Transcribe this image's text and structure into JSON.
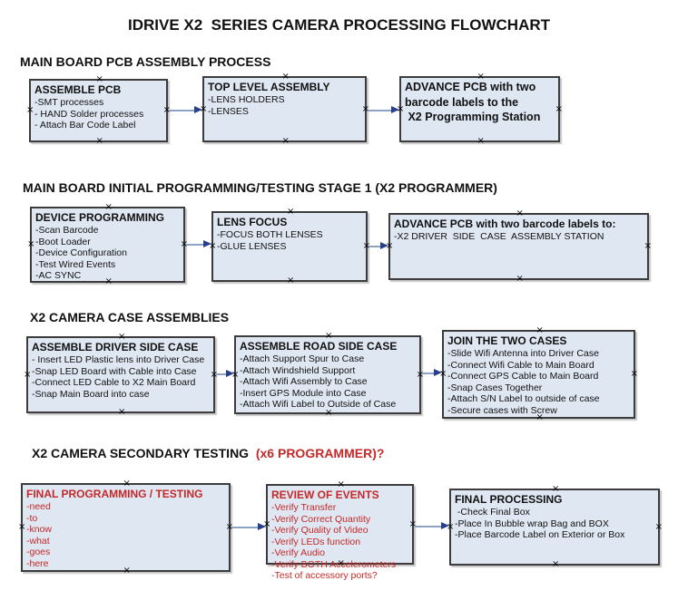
{
  "title": "IDRIVE X2  SERIES CAMERA PROCESSING FLOWCHART",
  "icons": {
    "connection_point": "×",
    "arrowhead": "▶"
  },
  "colors": {
    "box_fill": "#dfe7f2",
    "box_border": "#3c3c3c",
    "arrow_line": "#8ca3c4",
    "arrow_head": "#28408c",
    "accent_red": "#c42828",
    "text_black": "#111111"
  },
  "sections": [
    {
      "heading": "MAIN BOARD PCB ASSEMBLY PROCESS",
      "boxes": [
        {
          "title": "ASSEMBLE PCB",
          "lines": [
            "-SMT processes",
            "- HAND Solder processes",
            "- Attach Bar Code Label"
          ]
        },
        {
          "title": "TOP LEVEL ASSEMBLY",
          "lines": [
            "-LENS HOLDERS",
            "-LENSES"
          ]
        },
        {
          "title": "ADVANCE PCB with two",
          "lines": [
            "barcode labels to the",
            " X2 Programming Station"
          ]
        }
      ]
    },
    {
      "heading": "MAIN BOARD INITIAL PROGRAMMING/TESTING STAGE 1 (X2 PROGRAMMER)",
      "boxes": [
        {
          "title": "DEVICE PROGRAMMING",
          "lines": [
            "-Scan Barcode",
            "-Boot Loader",
            "-Device Configuration",
            "-Test Wired Events",
            "-AC SYNC"
          ]
        },
        {
          "title": "LENS FOCUS",
          "lines": [
            "-FOCUS BOTH LENSES",
            "-GLUE LENSES"
          ]
        },
        {
          "title": "ADVANCE PCB with two barcode labels to:",
          "lines": [
            "-X2 DRIVER  SIDE  CASE  ASSEMBLY STATION"
          ]
        }
      ]
    },
    {
      "heading": "X2 CAMERA CASE ASSEMBLIES",
      "boxes": [
        {
          "title": "ASSEMBLE DRIVER SIDE CASE",
          "lines": [
            "- Insert LED Plastic lens into Driver Case",
            "-Snap LED Board with Cable into Case",
            "-Connect LED Cable to X2 Main Board",
            "-Snap Main Board into case"
          ]
        },
        {
          "title": "ASSEMBLE ROAD SIDE CASE",
          "lines": [
            "-Attach Support Spur to Case",
            "-Attach Windshield Support",
            "-Attach Wifi Assembly to Case",
            "-Insert GPS Module into Case",
            "-Attach Wifi Label to Outside of Case"
          ]
        },
        {
          "title": "JOIN THE TWO CASES",
          "lines": [
            "-Slide Wifi Antenna into Driver Case",
            "-Connect Wifi Cable to Main Board",
            "-Connect GPS Cable to Main Board",
            "-Snap Cases Together",
            "-Attach S/N Label to outside of case",
            "-Secure cases with Screw"
          ]
        }
      ]
    },
    {
      "heading": "X2 CAMERA SECONDARY TESTING",
      "heading_red": "  (x6 PROGRAMMER)?",
      "boxes": [
        {
          "title": "FINAL PROGRAMMING / TESTING",
          "lines": [
            "-need",
            "-to",
            "-know",
            "-what",
            "-goes",
            "-here"
          ]
        },
        {
          "title": "REVIEW OF EVENTS",
          "lines": [
            "-Verify Transfer",
            "-Verify Correct Quantity",
            "-Verify Quality of Video",
            "-Verify LEDs function",
            "-Verify Audio",
            "-Verify BOTH Accelerometers",
            "-Test of accessory ports?"
          ]
        },
        {
          "title": "FINAL PROCESSING",
          "lines": [
            " -Check Final Box",
            "-Place In Bubble wrap Bag and BOX",
            "-Place Barcode Label on Exterior or Box"
          ]
        }
      ]
    }
  ]
}
